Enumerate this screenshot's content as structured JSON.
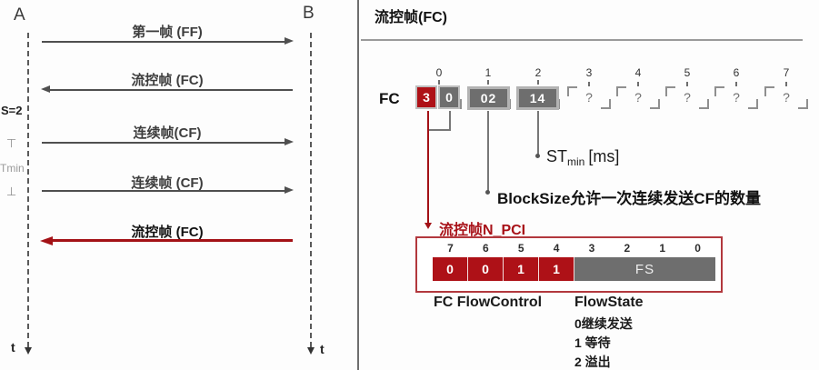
{
  "left": {
    "endpoint_a": "A",
    "endpoint_b": "B",
    "time_label": "t",
    "side": {
      "bs": "S=2",
      "top_tick": "⊤",
      "tmin": "Tmin",
      "bottom_tick": "⊥"
    },
    "messages": [
      {
        "label": "第一帧 (FF)",
        "direction": "right",
        "emphasis": false
      },
      {
        "label": "流控帧 (FC)",
        "direction": "left",
        "emphasis": false
      },
      {
        "label": "连续帧(CF)",
        "direction": "right",
        "emphasis": false
      },
      {
        "label": "连续帧 (CF)",
        "direction": "right",
        "emphasis": false
      },
      {
        "label": "流控帧 (FC)",
        "direction": "left",
        "emphasis": true
      }
    ]
  },
  "right": {
    "title": "流控帧(FC)",
    "fc_label": "FC",
    "bytes": {
      "indices": [
        "0",
        "1",
        "2",
        "3",
        "4",
        "5",
        "6",
        "7"
      ],
      "b0_high": "3",
      "b0_low": "0",
      "b1": "02",
      "b2": "14",
      "placeholder": "?"
    },
    "annotations": {
      "st_main": "ST",
      "st_sub": "min",
      "st_unit": "[ms]",
      "blocksize": "BlockSize允许一次连续发送CF的数量",
      "npci": "流控帧N_PCI"
    },
    "bits": {
      "numbers": [
        "7",
        "6",
        "5",
        "4",
        "3",
        "2",
        "1",
        "0"
      ],
      "values": [
        "0",
        "0",
        "1",
        "1"
      ],
      "fs": "FS"
    },
    "legend": {
      "fc": "FC FlowControl",
      "fs_title": "FlowState",
      "items": [
        "0继续发送",
        "1 等待",
        "2 溢出"
      ]
    }
  },
  "colors": {
    "accent_red": "#a31116",
    "cell_red": "#ae1117",
    "cell_gray": "#6e6e6e",
    "line_gray": "#4f4f4f"
  }
}
